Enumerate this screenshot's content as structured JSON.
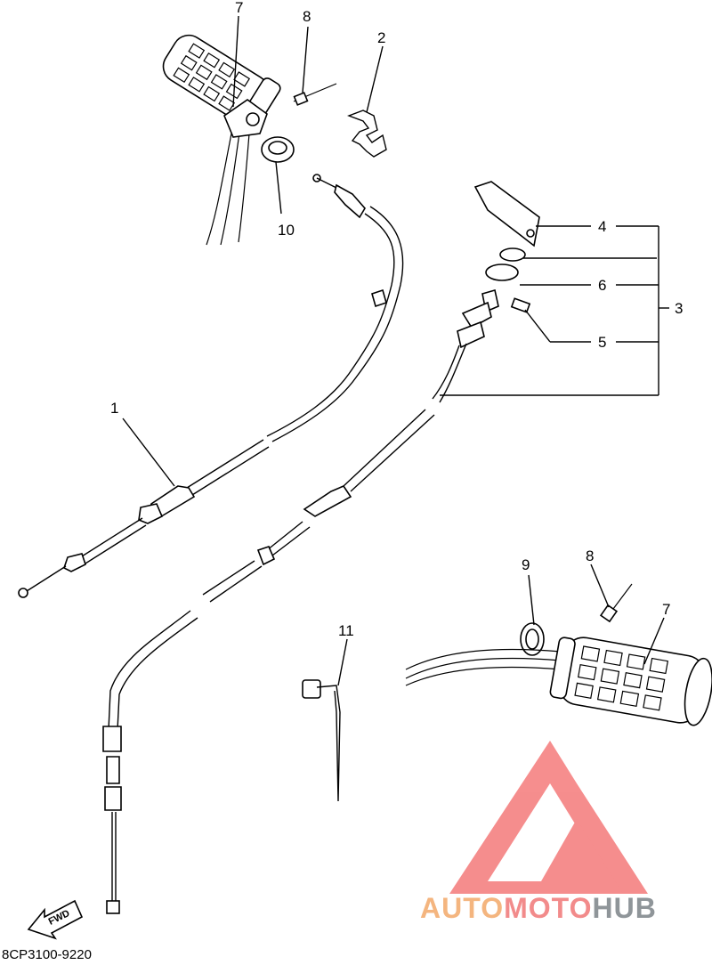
{
  "diagram": {
    "callouts": {
      "n1": "1",
      "n2": "2",
      "n3": "3",
      "n4": "4",
      "n5": "5",
      "n6": "6",
      "n7a": "7",
      "n7b": "7",
      "n8a": "8",
      "n8b": "8",
      "n9": "9",
      "n10": "10",
      "n11": "11"
    },
    "fwd_label": "FWD",
    "diagram_code": "8CP3100-9220"
  },
  "watermark": {
    "part1": "AUTO",
    "part2": "MOTO",
    "part3": "HUB",
    "colors": {
      "auto": "#f4b57f",
      "moto": "#f28b8b",
      "hub": "#8f9599",
      "logo": "#f47a7a"
    }
  }
}
